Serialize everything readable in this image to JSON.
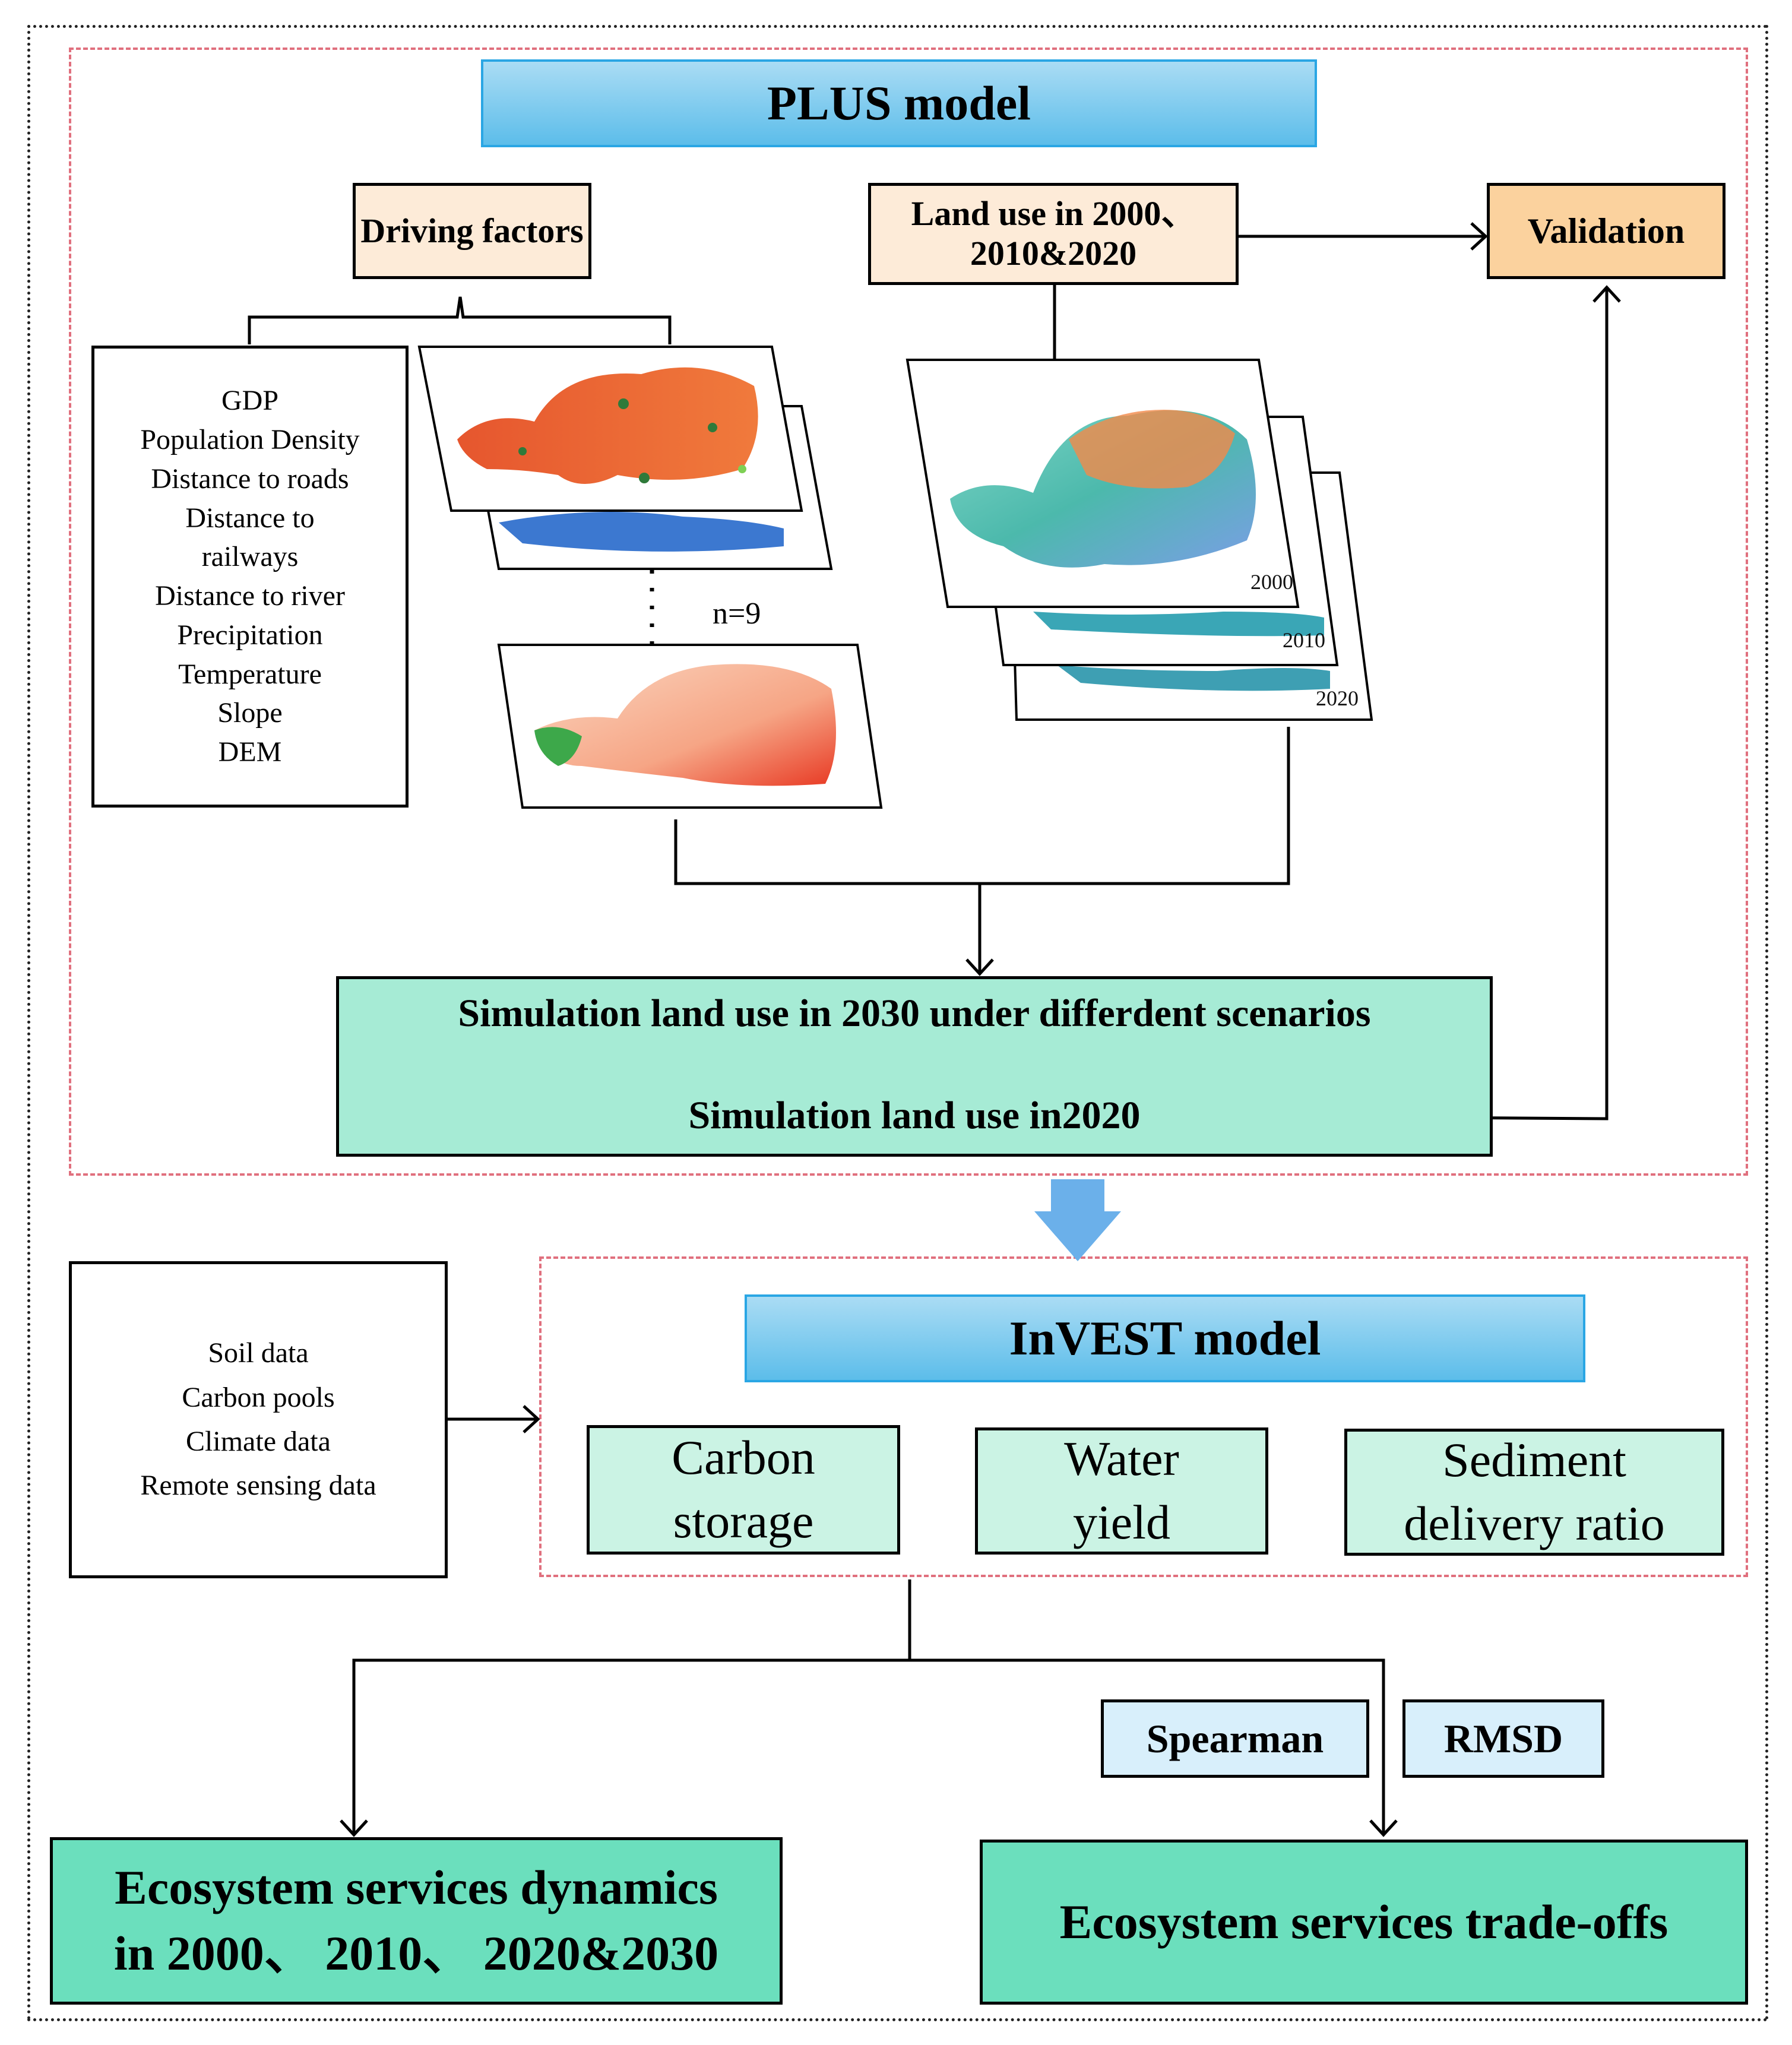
{
  "plus_header": "PLUS model",
  "driving_factors": "Driving factors",
  "land_use_label_line1": "Land use  in 2000、",
  "land_use_label_line2": "2010&2020",
  "validation": "Validation",
  "factor_list": [
    "GDP",
    "Population Density",
    "Distance to roads",
    "Distance to",
    "railways",
    "Distance to river",
    "Precipitation",
    "Temperature",
    "Slope",
    "DEM"
  ],
  "n_label": "n=9",
  "years": [
    "2000",
    "2010",
    "2020"
  ],
  "simulation_2030": "Simulation land use in 2030 under differdent scenarios",
  "simulation_2020": "Simulation land use in2020",
  "invest_header": "InVEST model",
  "input_data": [
    "Soil data",
    "Carbon pools",
    "Climate data",
    "Remote sensing data"
  ],
  "services": {
    "carbon": {
      "line1": "Carbon",
      "line2": "storage"
    },
    "water": {
      "line1": "Water",
      "line2": "yield"
    },
    "sediment": {
      "line1": "Sediment",
      "line2": "delivery ratio"
    }
  },
  "spearman": "Spearman",
  "rmsd": "RMSD",
  "dynamics": {
    "line1": "Ecosystem services dynamics",
    "line2": "in 2000、 2010、 2020&2030"
  },
  "tradeoffs": "Ecosystem services trade-offs",
  "colors": {
    "header_blue": "#5cbdea",
    "dash_red": "#e0707e",
    "mint": "#a6ebd5",
    "teal": "#6bdfbd",
    "orange": "#fbd29e",
    "arrow_blue": "#6bb0ea"
  }
}
